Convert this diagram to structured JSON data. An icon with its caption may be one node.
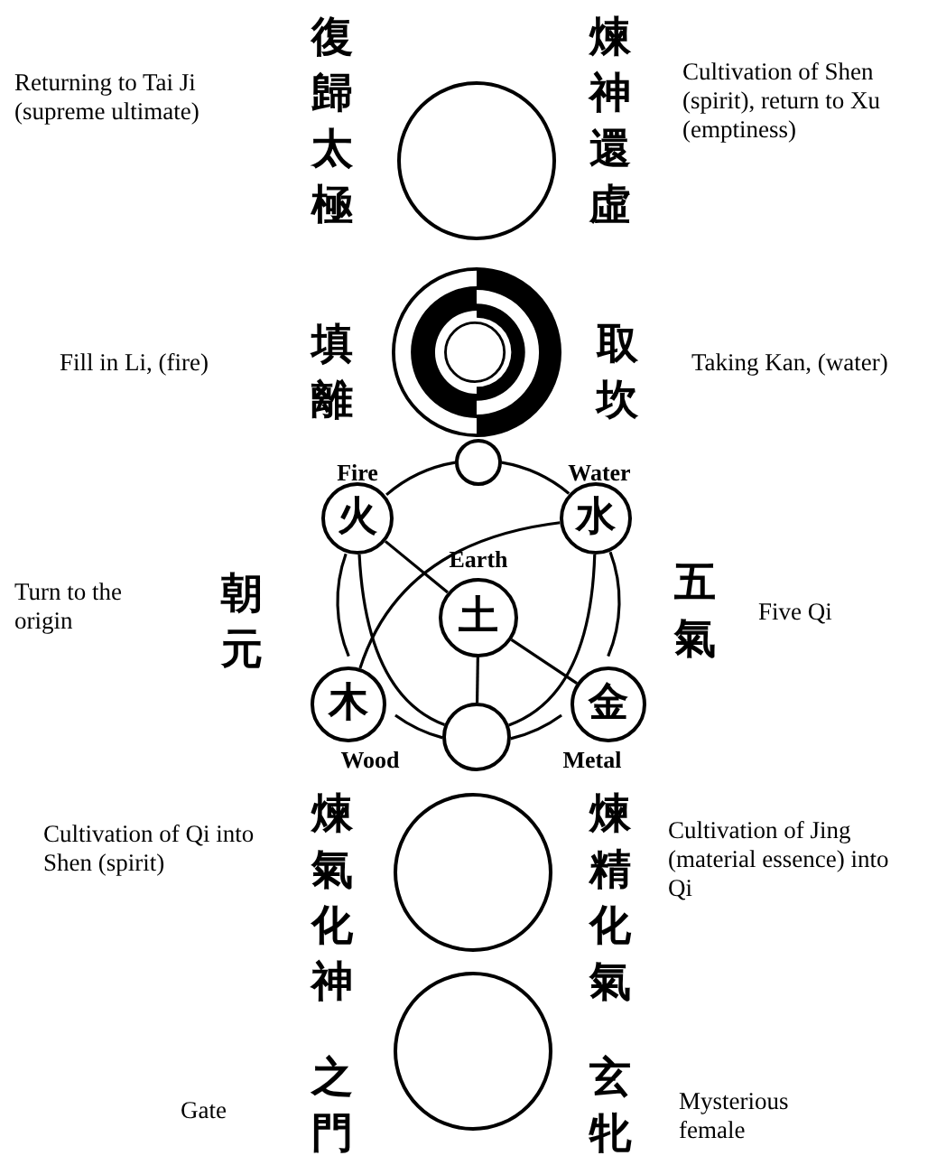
{
  "diagram": {
    "nodes": [
      {
        "text": [],
        "shape": "circle"
      },
      {
        "text": [],
        "shape": "circle"
      },
      {
        "text": [],
        "shape": "circle"
      },
      {
        "text": [
          "火"
        ],
        "beside": [
          "Fire"
        ]
      },
      {
        "text": [
          "水"
        ],
        "beside": [
          "Water"
        ]
      },
      {
        "text": [
          "土"
        ],
        "beside": [
          "Earth"
        ]
      },
      {
        "text": [
          "木"
        ],
        "beside": [
          "Wood"
        ]
      },
      {
        "text": [
          "金"
        ],
        "beside": [
          "Metal"
        ]
      },
      {
        "text": [],
        "shape": "circle"
      },
      {
        "text": [],
        "shape": "circle"
      },
      {
        "text": [],
        "shape": "circle"
      }
    ],
    "edges": [
      {
        "from": 2,
        "to": 3,
        "arrow": "none"
      },
      {
        "from": 3,
        "to": 6,
        "arrow": "none"
      },
      {
        "from": 6,
        "to": 8,
        "arrow": "none"
      },
      {
        "from": 8,
        "to": 7,
        "arrow": "none"
      },
      {
        "from": 7,
        "to": 4,
        "arrow": "none"
      },
      {
        "from": 4,
        "to": 2,
        "arrow": "none"
      },
      {
        "from": 3,
        "to": 5,
        "arrow": "none"
      },
      {
        "from": 5,
        "to": 7,
        "arrow": "none"
      },
      {
        "from": 5,
        "to": 8,
        "arrow": "none"
      },
      {
        "from": 6,
        "to": 4,
        "arrow": "none"
      },
      {
        "from": 3,
        "to": 8,
        "arrow": "none"
      },
      {
        "from": 4,
        "to": 8,
        "arrow": "none"
      }
    ],
    "labels": [
      "Returning to Tai Ji (supreme ultimate)",
      "復歸太極",
      "煉神還虛",
      "Cultivation of Shen (spirit), return to Xu (emptiness)",
      "Fill in Li, (fire)",
      "填離",
      "取坎",
      "Taking Kan, (water)",
      "Turn to the origin",
      "朝元",
      "五氣",
      "Five Qi",
      "Cultivation of Qi into Shen (spirit)",
      "煉氣化神",
      "煉精化氣",
      "Cultivation of Jing (material essence) into Qi",
      "Gate",
      "之門",
      "玄牝",
      "Mysterious female"
    ]
  }
}
